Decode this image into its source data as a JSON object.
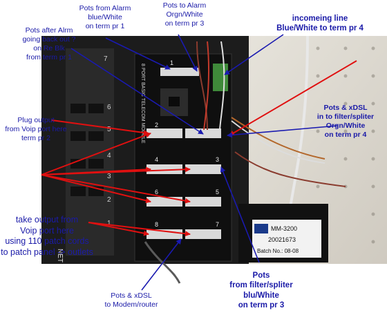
{
  "labels": {
    "pots_from_alarm": "Pots from Alarm\nblue/White\non term pr 1",
    "pots_to_alarm": "Pots to Alarm\nOrgn/White\non term pr 3",
    "incoming_line": "incomeing line\nBlue/White to term pr 4",
    "pots_after_alarm": "Pots after Alrm\ngoing back out ?\non Re Blk\nfrom term pr 1",
    "pots_xdsl_in": "Pots & xDSL\nin to filter/spliter\nOrgn/White\non term pr 4",
    "plug_output": "Plug output\nfrom Voip port here\nterm pr 2",
    "take_output": "take output from\nVoip port here\nusing 110 patch cords\nto patch panel -> outlets",
    "pots_filter": "Pots\nfrom filter/spliter\nblu/White\non term pr 3",
    "pots_xdsl_modem": "Pots & xDSL\nto Modem/router"
  },
  "photo_text": {
    "module_name": "8 PORT BASIC TELECOM MODULE",
    "filter_model": "MM-3200",
    "filter_serial": "20021673",
    "filter_batch": "Batch No.: 08-08",
    "panel_label": "NET",
    "terminal_numbers": [
      "1",
      "2",
      "3",
      "4",
      "5",
      "6",
      "7",
      "8"
    ],
    "side_numbers": [
      "7",
      "6",
      "5",
      "4",
      "3",
      "2",
      "1"
    ]
  },
  "colors": {
    "label_text": "#1a1aa8",
    "arrow_red": "#e01010",
    "arrow_blue": "#1a1ab0"
  }
}
